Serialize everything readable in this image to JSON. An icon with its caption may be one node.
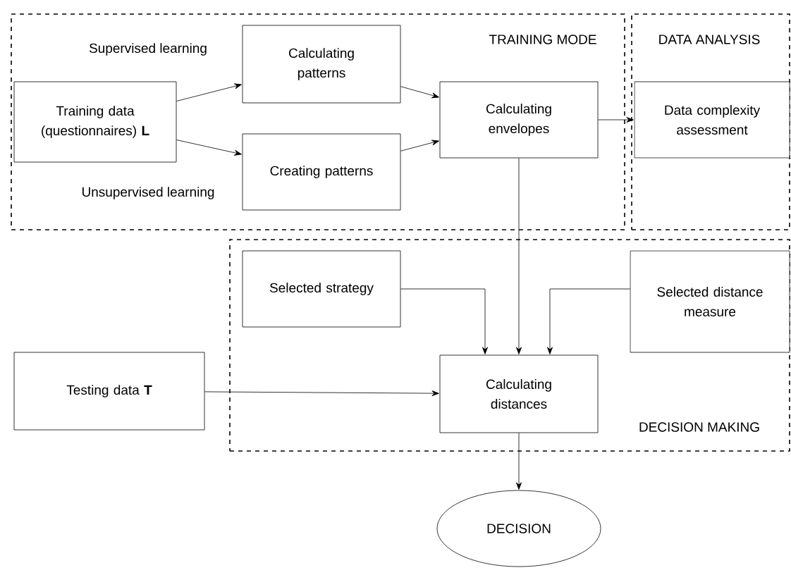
{
  "diagram": {
    "nodes": [
      {
        "text": [
          "TRAINING MODE"
        ]
      },
      {
        "text": [
          "Training data (questionnaires) **L**"
        ],
        "in": 0
      },
      {
        "text": [
          "Calculating patterns"
        ],
        "in": 0
      },
      {
        "text": [
          "Creating patterns"
        ],
        "in": 0
      },
      {
        "text": [
          "Calculating envelopes"
        ],
        "in": 0
      },
      {
        "text": [
          "DATA ANALYSIS"
        ]
      },
      {
        "text": [
          "Data complexity assessment"
        ],
        "in": 5
      },
      {
        "text": [
          "DECISION MAKING"
        ]
      },
      {
        "text": [
          "Selected strategy"
        ],
        "in": 7
      },
      {
        "text": [
          "Selected distance measure"
        ],
        "in": 7
      },
      {
        "text": [
          "Testing data **T**"
        ]
      },
      {
        "text": [
          "Calculating distances"
        ],
        "in": 7
      },
      {
        "text": [
          "DECISION"
        ]
      }
    ],
    "edges": [
      {
        "from": 1,
        "to": 2,
        "arrow": "to",
        "label": "Supervised learning"
      },
      {
        "from": 1,
        "to": 3,
        "arrow": "to",
        "label": "Unsupervised learning"
      },
      {
        "from": 2,
        "to": 4,
        "arrow": "to"
      },
      {
        "from": 3,
        "to": 4,
        "arrow": "to"
      },
      {
        "from": 4,
        "to": 6,
        "arrow": "to"
      },
      {
        "from": 4,
        "to": 11,
        "arrow": "to"
      },
      {
        "from": 8,
        "to": 11,
        "arrow": "to"
      },
      {
        "from": 9,
        "to": 11,
        "arrow": "to"
      },
      {
        "from": 10,
        "to": 11,
        "arrow": "to"
      },
      {
        "from": 11,
        "to": 12,
        "arrow": "to"
      }
    ]
  }
}
